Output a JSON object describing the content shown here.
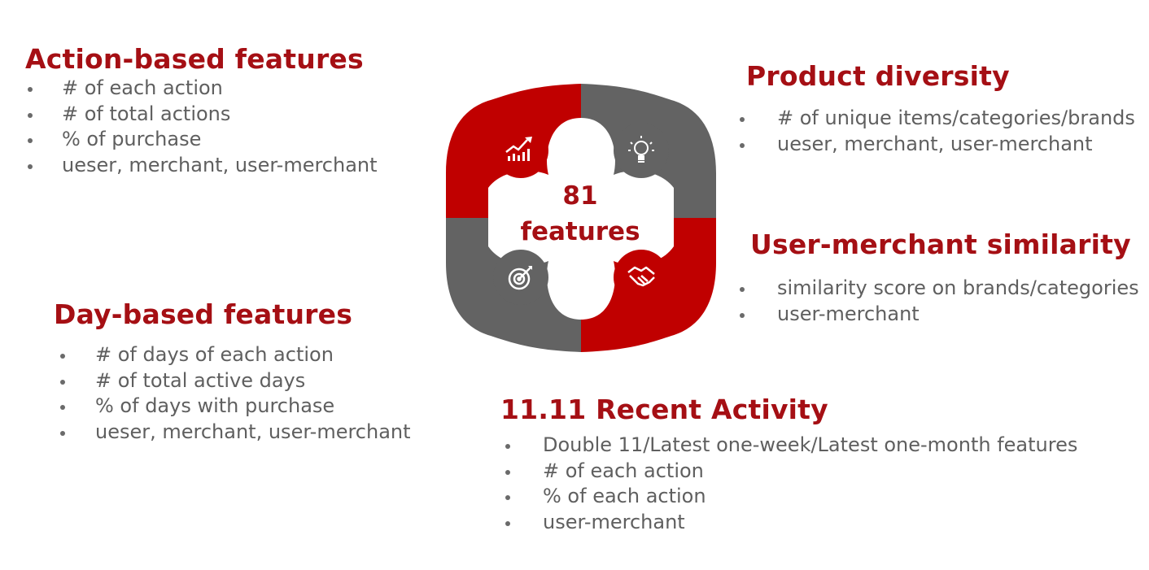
{
  "colors": {
    "heading": "#A50F14",
    "text": "#5f5f5f",
    "red_segment": "#C00000",
    "gray_segment": "#636363"
  },
  "center": {
    "line1": "81",
    "line2": "features"
  },
  "diagram_icons": [
    "growth-chart-icon",
    "lightbulb-icon",
    "target-icon",
    "handshake-icon"
  ],
  "sections": {
    "action": {
      "title": "Action-based features",
      "items": [
        "# of each action",
        "# of total actions",
        "% of purchase",
        "ueser, merchant, user-merchant"
      ]
    },
    "product": {
      "title": "Product diversity",
      "items": [
        "# of unique items/categories/brands",
        "ueser, merchant, user-merchant"
      ]
    },
    "similarity": {
      "title": "User-merchant similarity",
      "items": [
        "similarity score on brands/categories",
        "user-merchant"
      ]
    },
    "day": {
      "title": "Day-based features",
      "items": [
        "# of days of each action",
        "# of total active days",
        "% of days with purchase",
        "ueser, merchant, user-merchant"
      ]
    },
    "recent": {
      "title": "11.11 Recent Activity",
      "items": [
        "Double 11/Latest one-week/Latest one-month features",
        "# of each action",
        "% of each action",
        "user-merchant"
      ]
    }
  }
}
